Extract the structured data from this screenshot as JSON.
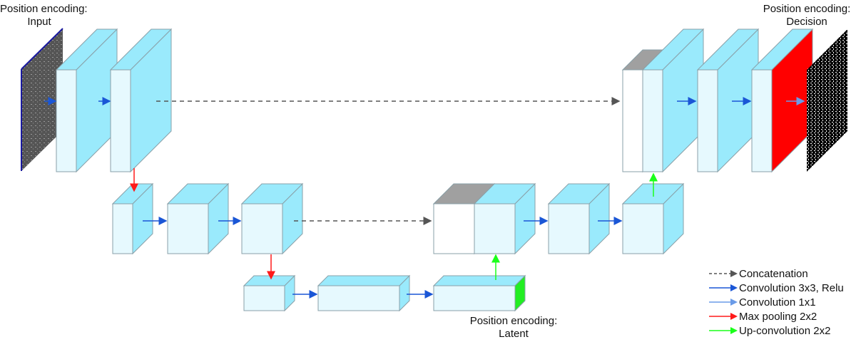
{
  "labels": {
    "input": {
      "line1": "Position encoding:",
      "line2": "Input"
    },
    "decision": {
      "line1": "Position encoding:",
      "line2": "Decision"
    },
    "latent": {
      "line1": "Position encoding:",
      "line2": "Latent"
    }
  },
  "legend": [
    {
      "label": "Concatenation",
      "color": "#555555",
      "style": "dashed"
    },
    {
      "label": "Convolution 3x3, Relu",
      "color": "#1a56d6",
      "style": "solid"
    },
    {
      "label": "Convolution 1x1",
      "color": "#6a9be8",
      "style": "solid"
    },
    {
      "label": "Max pooling 2x2",
      "color": "#ff1a1a",
      "style": "solid"
    },
    {
      "label": "Up-convolution 2x2",
      "color": "#1aff1a",
      "style": "solid"
    }
  ],
  "colors": {
    "front": "#e6f9fe",
    "side": "#9aeafc",
    "edge": "#8aa0a8",
    "concat": "#a0a0a0",
    "output_red": "#ff0000",
    "latent_green": "#22ee22"
  }
}
